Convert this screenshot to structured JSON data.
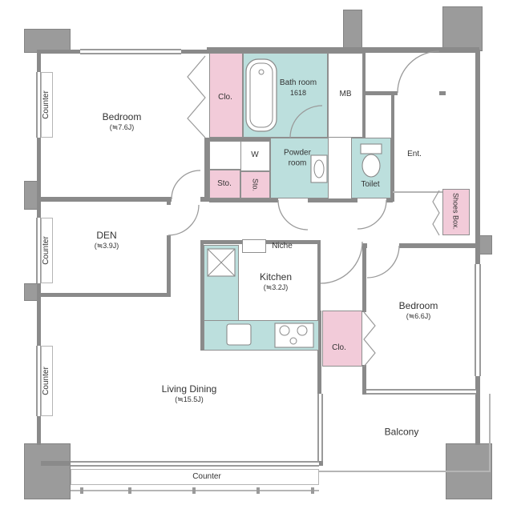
{
  "floorplan": {
    "rooms": {
      "bedroom1": {
        "label": "Bedroom",
        "size": "(≒7.6J)"
      },
      "closet1": {
        "label": "Clo."
      },
      "bath": {
        "label": "Bath room",
        "size": "1618"
      },
      "mb": {
        "label": "MB"
      },
      "powder": {
        "label": "Powder room"
      },
      "washer": {
        "label": "W"
      },
      "sto1": {
        "label": "Sto."
      },
      "sto2": {
        "label": "Sto."
      },
      "toilet": {
        "label": "Toilet"
      },
      "ent": {
        "label": "Ent."
      },
      "shoes": {
        "label": "Shoes Box."
      },
      "den": {
        "label": "DEN",
        "size": "(≒3.9J)"
      },
      "niche": {
        "label": "Niche"
      },
      "kitchen": {
        "label": "Kitchen",
        "size": "(≒3.2J)"
      },
      "bedroom2": {
        "label": "Bedroom",
        "size": "(≒6.6J)"
      },
      "closet2": {
        "label": "Clo."
      },
      "living": {
        "label": "Living Dining",
        "size": "(≒15.5J)"
      },
      "balcony": {
        "label": "Balcony"
      }
    },
    "counters": {
      "left_top": "Counter",
      "left_mid": "Counter",
      "left_bottom": "Counter",
      "bottom": "Counter"
    },
    "icons": {
      "bathtub": "bathtub-icon",
      "toilet_bowl": "toilet-bowl-icon",
      "washbasin": "washbasin-icon",
      "refrigerator_space": "refrigerator-space-icon",
      "kitchen_sink": "kitchen-sink-icon",
      "stove": "stove-icon",
      "door_swing": "door-arc-icon",
      "folding_door": "folding-door-zigzag-icon"
    },
    "colors": {
      "wall": "#8a8a8a",
      "column": "#9b9b9b",
      "closet_pink": "#f2cbd9",
      "wet_area_teal": "#bcdfdd",
      "text": "#333333"
    }
  }
}
